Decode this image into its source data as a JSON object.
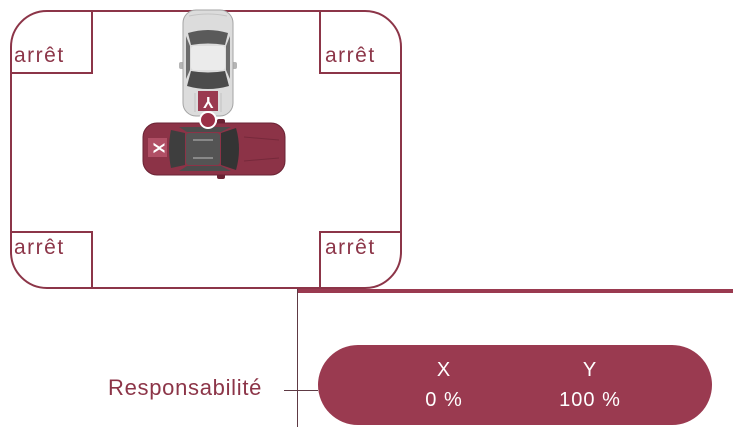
{
  "diagram": {
    "stop_labels": [
      "arrêt",
      "arrêt",
      "arrêt",
      "arrêt"
    ],
    "vehicle_x": {
      "label": "X",
      "icon": "car-top-view-icon"
    },
    "vehicle_y": {
      "label": "Y",
      "icon": "car-top-view-icon"
    },
    "impact_marker_icon": "collision-dot-icon"
  },
  "responsibility": {
    "label": "Responsabilité",
    "parties": [
      {
        "name": "X",
        "share": "0 %"
      },
      {
        "name": "Y",
        "share": "100 %"
      }
    ]
  },
  "colors": {
    "accent": "#8c3548",
    "pill": "#9a3a50",
    "impact": "#9b2f46",
    "on_accent": "#ffffff",
    "car_y_body": "#dcdcdc",
    "car_x_body": "#8c3347",
    "badge_x": "#b04f65"
  }
}
